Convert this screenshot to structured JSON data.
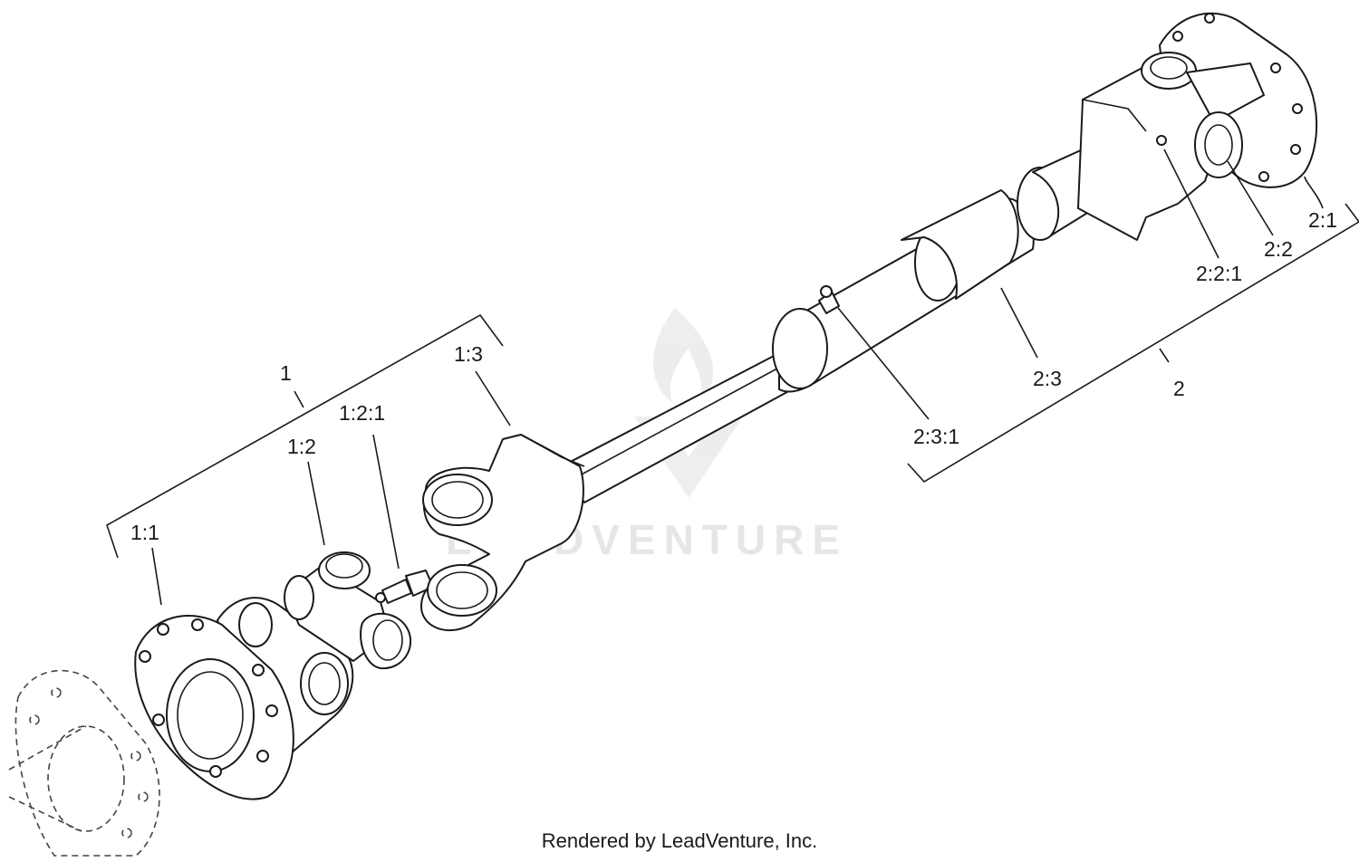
{
  "watermark": {
    "text": "LEADVENTURE"
  },
  "callouts": {
    "c1": "1",
    "c1_1": "1:1",
    "c1_2": "1:2",
    "c1_2_1": "1:2:1",
    "c1_3": "1:3",
    "c2": "2",
    "c2_1": "2:1",
    "c2_2": "2:2",
    "c2_2_1": "2:2:1",
    "c2_3": "2:3",
    "c2_3_1": "2:3:1"
  },
  "footer": {
    "credit": "Rendered by LeadVenture, Inc."
  }
}
